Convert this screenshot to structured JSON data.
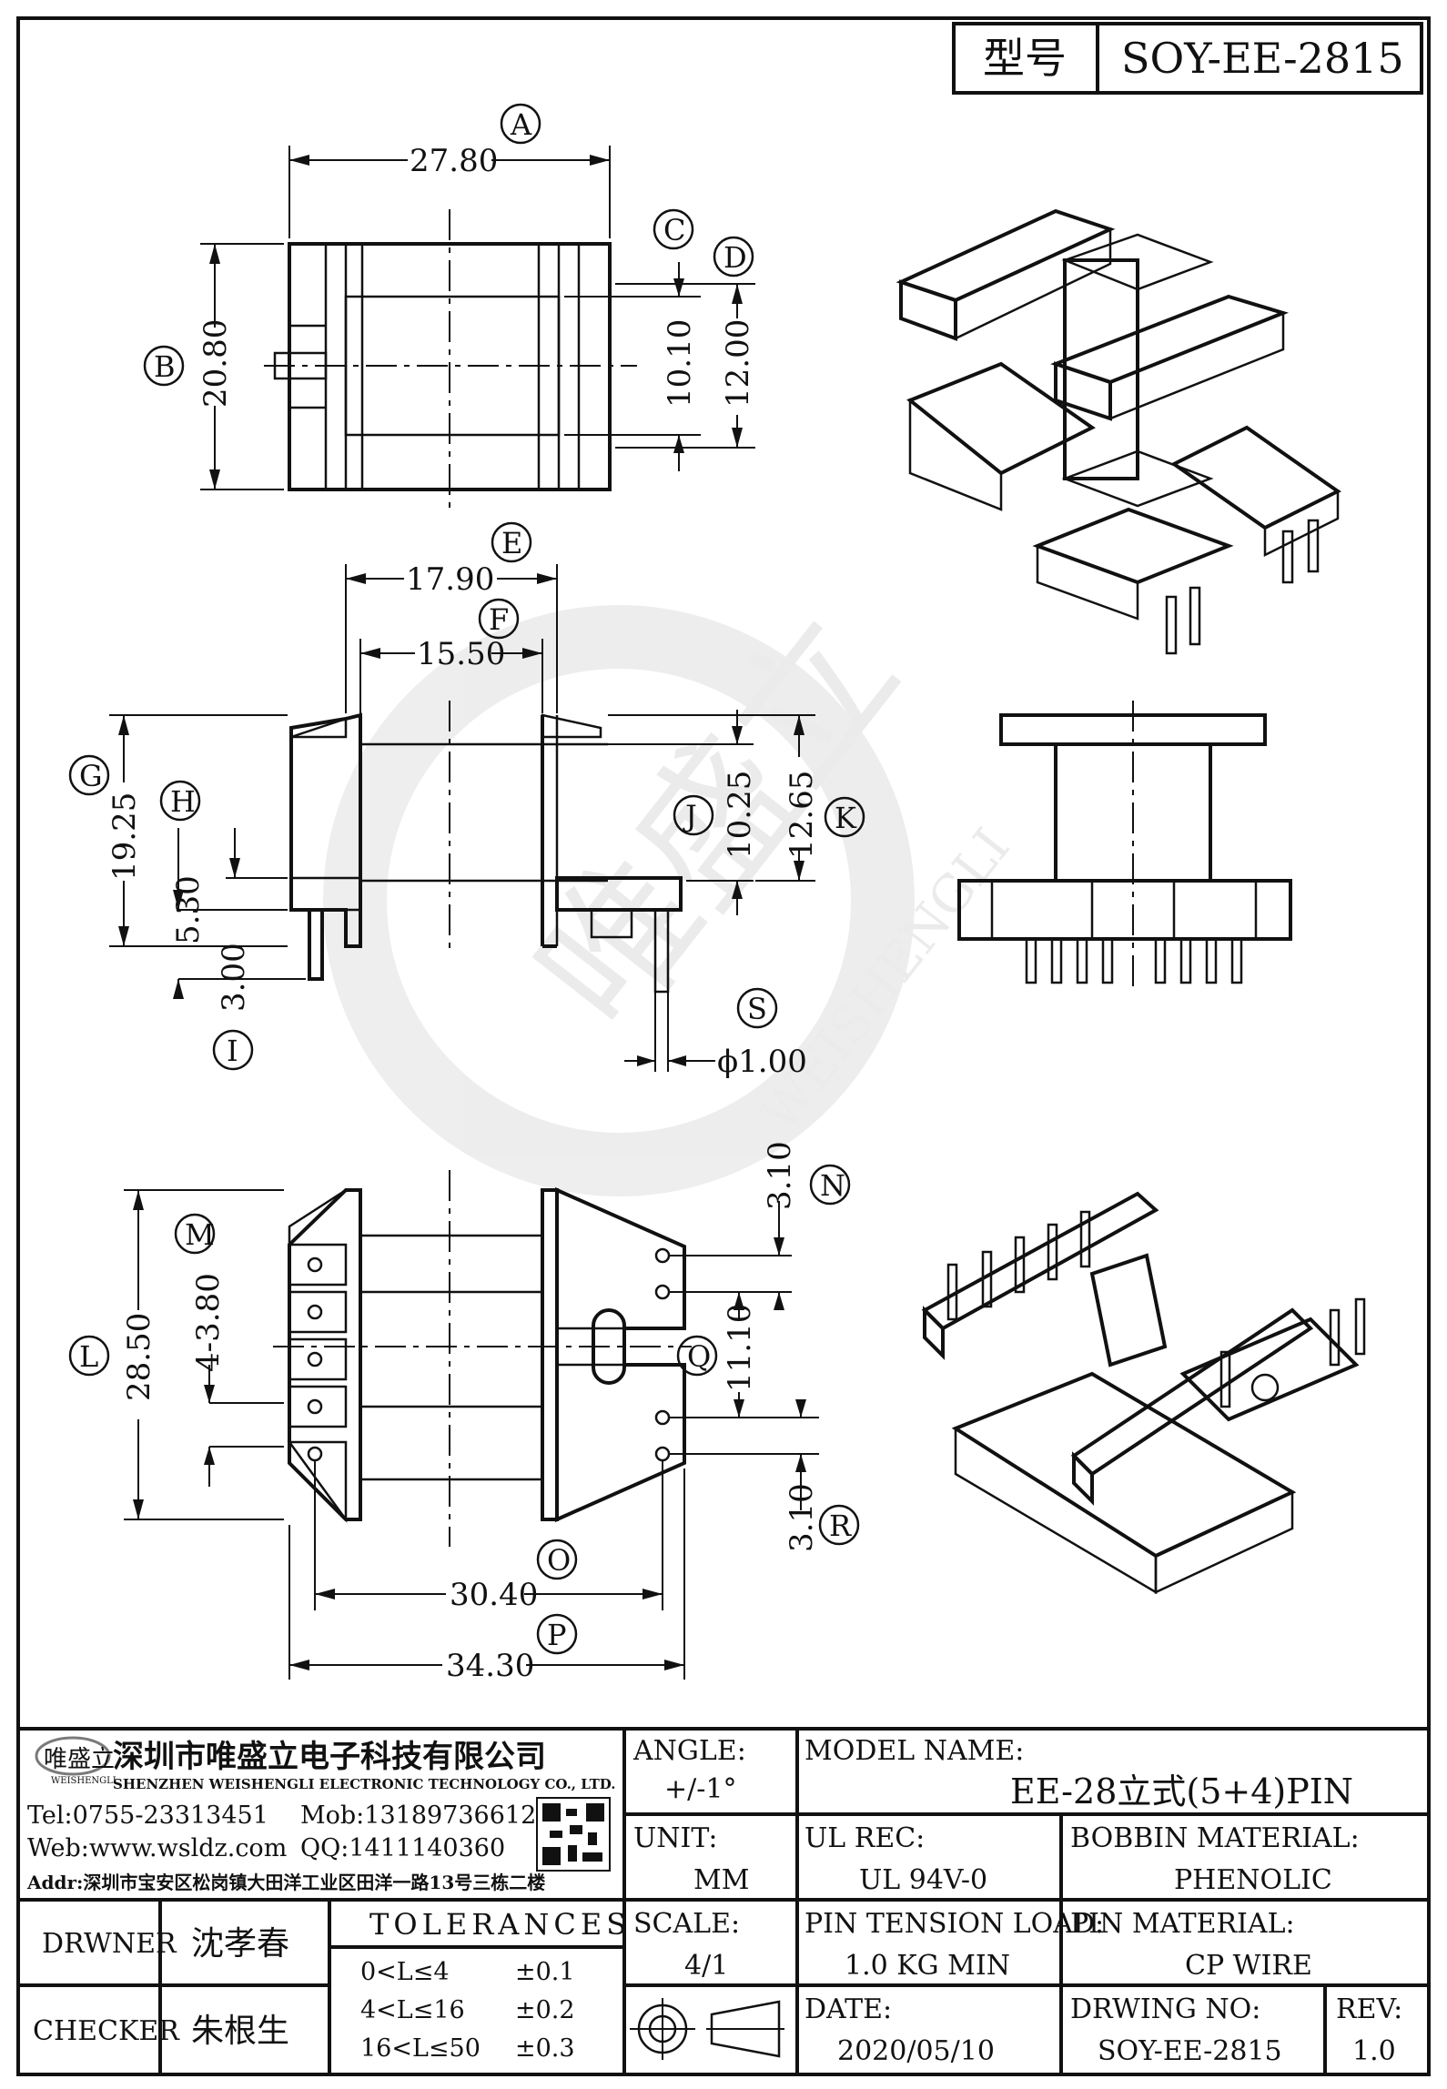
{
  "header": {
    "type_label": "型号",
    "model_no": "SOY-EE-2815"
  },
  "watermark": {
    "brand_cn": "唯盛立",
    "brand_en": "WEISHENGLI"
  },
  "dimensions": {
    "A": "27.80",
    "B": "20.80",
    "C": "10.10",
    "D": "12.00",
    "E": "17.90",
    "F": "15.50",
    "G": "19.25",
    "H": "5.30",
    "I": "3.00",
    "J": "10.25",
    "K": "12.65",
    "S": "ϕ1.00",
    "L": "28.50",
    "M": "4-3.80",
    "N": "3.10",
    "Q": "11.10",
    "R": "3.10",
    "O": "30.40",
    "P": "34.30"
  },
  "balloons": [
    "A",
    "B",
    "C",
    "D",
    "E",
    "F",
    "G",
    "H",
    "I",
    "J",
    "K",
    "S",
    "L",
    "M",
    "N",
    "Q",
    "R",
    "O",
    "P"
  ],
  "company": {
    "logo_cn": "唯盛立",
    "logo_en": "WEISHENGLI",
    "name_cn": "深圳市唯盛立电子科技有限公司",
    "name_en": "SHENZHEN WEISHENGLI ELECTRONIC TECHNOLOGY CO., LTD.",
    "tel": "Tel:0755-23313451",
    "mob": "Mob:13189736612",
    "web": "Web:www.wsldz.com",
    "qq": "QQ:1411140360",
    "addr": "Addr:深圳市宝安区松岗镇大田洋工业区田洋一路13号三栋二楼"
  },
  "title_block": {
    "angle_label": "ANGLE:",
    "angle_value": "+/-1°",
    "model_name_label": "MODEL NAME:",
    "model_name_value": "EE-28立式(5+4)PIN",
    "unit_label": "UNIT:",
    "unit_value": "MM",
    "ul_rec_label": "UL REC:",
    "ul_rec_value": "UL 94V-0",
    "bobbin_material_label": "BOBBIN MATERIAL:",
    "bobbin_material_value": "PHENOLIC",
    "scale_label": "SCALE:",
    "scale_value": "4/1",
    "pin_tension_label": "PIN TENSION LOAD:",
    "pin_tension_value": "1.0 KG MIN",
    "pin_material_label": "PIN MATERIAL:",
    "pin_material_value": "CP WIRE",
    "date_label": "DATE:",
    "date_value": "2020/05/10",
    "drawing_no_label": "DRWING NO:",
    "drawing_no_value": "SOY-EE-2815",
    "rev_label": "REV:",
    "rev_value": "1.0",
    "drawer_label": "DRWNER",
    "drawer_value": "沈孝春",
    "checker_label": "CHECKER",
    "checker_value": "朱根生",
    "tolerances_label": "TOLERANCES",
    "tolerances": [
      {
        "range": "0<L≤4",
        "value": "±0.1"
      },
      {
        "range": "4<L≤16",
        "value": "±0.2"
      },
      {
        "range": "16<L≤50",
        "value": "±0.3"
      }
    ]
  }
}
